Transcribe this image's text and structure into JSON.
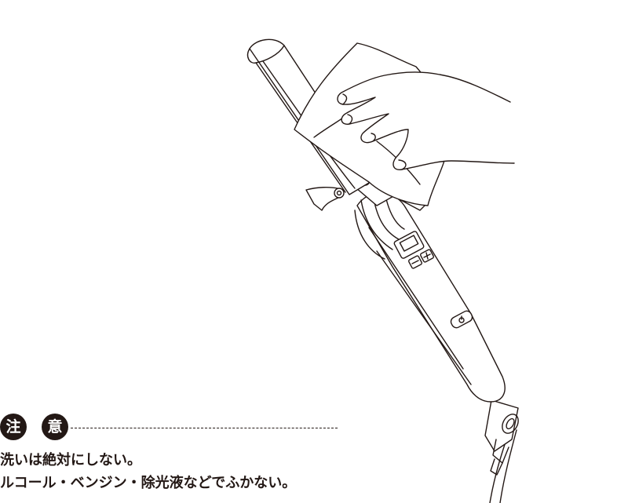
{
  "caution": {
    "badge_1": "注",
    "badge_2": "意",
    "lines": [
      "洗いは絶対にしない。",
      "ルコール・ベンジン・除光液などでふかない。"
    ]
  },
  "colors": {
    "ink": "#231815",
    "background": "#ffffff"
  },
  "icons": {
    "power": "power-icon",
    "minus": "minus-icon",
    "plus": "plus-icon"
  }
}
